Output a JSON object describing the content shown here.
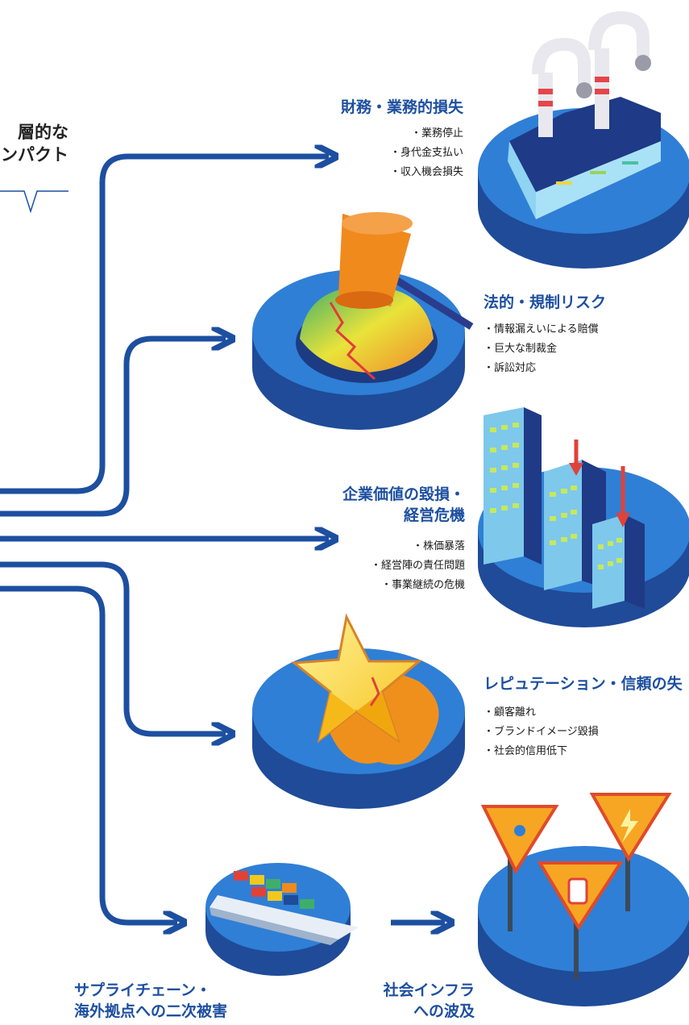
{
  "callout": {
    "line1": "層的な",
    "line2": "ンパクト"
  },
  "impacts": [
    {
      "id": "financial",
      "title_lines": [
        "財務・業務的損失"
      ],
      "bullets": [
        "業務停止",
        "身代金支払い",
        "収入機会損失"
      ],
      "illustration": "factory-icon"
    },
    {
      "id": "legal",
      "title_lines": [
        "法的・規制リスク"
      ],
      "bullets": [
        "情報漏えいによる賠償",
        "巨大な制裁金",
        "訴訟対応"
      ],
      "illustration": "gavel-icon"
    },
    {
      "id": "corporate",
      "title_lines": [
        "企業価値の毀損・",
        "経営危機"
      ],
      "bullets": [
        "株価暴落",
        "経営陣の責任問題",
        "事業継続の危機"
      ],
      "illustration": "buildings-icon"
    },
    {
      "id": "reputation",
      "title_lines": [
        "レピュテーション・信頼の失"
      ],
      "bullets": [
        "顧客離れ",
        "ブランドイメージ毀損",
        "社会的信用低下"
      ],
      "illustration": "broken-star-icon"
    },
    {
      "id": "supply_chain",
      "title_lines": [
        "サプライチェーン・",
        "海外拠点への二次被害"
      ],
      "bullets": [],
      "illustration": "cargo-ship-icon"
    },
    {
      "id": "infrastructure",
      "title_lines": [
        "社会インフラ",
        "への波及"
      ],
      "bullets": [],
      "illustration": "warning-signs-icon"
    }
  ],
  "colors": {
    "primary_blue": "#1d4fa0",
    "disc_blue": "#2f7fd6",
    "disc_dark": "#1f4b98",
    "accent_orange": "#f08a1c",
    "accent_red": "#e0423a"
  }
}
